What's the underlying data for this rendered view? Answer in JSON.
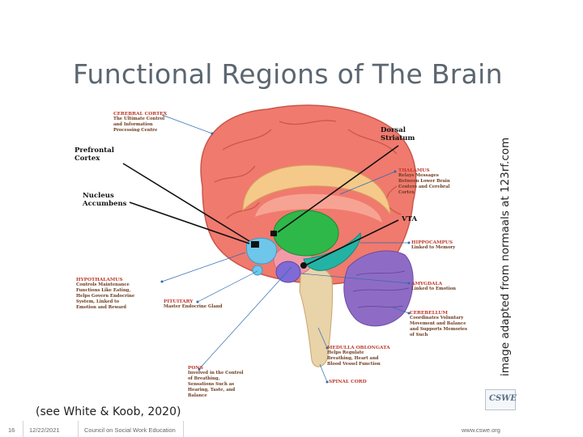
{
  "slide": {
    "title": "Functional Regions of The Brain",
    "image_credit": "image adapted from normaals at 123rf.com",
    "citation": "(see White & Koob, 2020)"
  },
  "footer": {
    "slide_number": "16",
    "date": "12/22/2021",
    "organization": "Council on Social Work Education",
    "website": "www.cswe.org"
  },
  "logo": {
    "text": "CSWE"
  },
  "callouts": {
    "prefrontal": [
      "Prefrontal",
      "Cortex"
    ],
    "nucleus": [
      "Nucleus",
      "Accumbens"
    ],
    "dorsal": [
      "Dorsal",
      "Striatum"
    ],
    "vta": "VTA"
  },
  "regions": {
    "cerebral_cortex": {
      "name": "CEREBRAL CORTEX",
      "desc": [
        "The Ultimate Control",
        "and Information",
        "Processing Centre"
      ]
    },
    "thalamus": {
      "name": "THALAMUS",
      "desc": [
        "Relays Messages",
        "Between Lower Brain",
        "Centers and Cerebral",
        "Cortex"
      ]
    },
    "hippocampus": {
      "name": "HIPPOCAMPUS",
      "desc": [
        "Linked to Memory"
      ]
    },
    "amygdala": {
      "name": "AMYGDALA",
      "desc": [
        "Linked to Emotion"
      ]
    },
    "cerebellum": {
      "name": "CEREBELLUM",
      "desc": [
        "Coordinates Voluntary",
        "Movement and Balance",
        "and Supports Memories",
        "of Such"
      ]
    },
    "medulla": {
      "name": "MEDULLA OBLONGATA",
      "desc": [
        "Helps Regulate",
        "Breathing, Heart and",
        "Blood Vessel Function"
      ]
    },
    "pons": {
      "name": "PONS",
      "desc": [
        "Involved in the Control",
        "of Breathing,",
        "Sensations Such as",
        "Hearing, Taste, and",
        "Balance"
      ]
    },
    "spinal_cord": {
      "name": "SPINAL CORD",
      "desc": []
    },
    "hypothalamus": {
      "name": "HYPOTHALAMUS",
      "desc": [
        "Controls Maintenance",
        "Functions Like Eating,",
        "Helps Govern Endocrine",
        "System, Linked to",
        "Emotion and Reward"
      ]
    },
    "pituitary": {
      "name": "PITUITARY",
      "desc": [
        "Master Endocrine Gland"
      ]
    }
  },
  "colors": {
    "cortex": "#f07a6e",
    "cortex_light": "#f7a394",
    "thalamus": "#2eb84a",
    "hippocampus": "#23b3a5",
    "amygdala": "#7f6ad6",
    "cerebellum": "#8e6cc6",
    "pons": "#f29aa8",
    "hypothalamus": "#6ec6ea",
    "corpus": "#f4c98a"
  }
}
